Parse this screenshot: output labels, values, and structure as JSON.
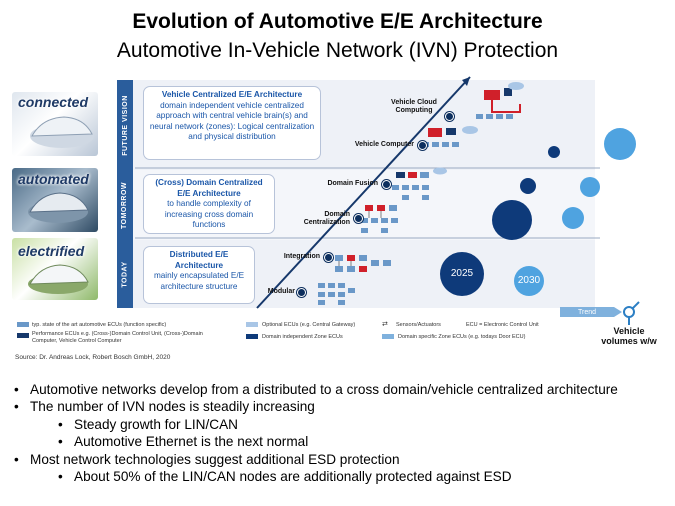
{
  "header": {
    "title": "Evolution of Automotive E/E Architecture",
    "subtitle": "Automotive In-Vehicle Network (IVN) Protection"
  },
  "side": {
    "connected": "connected",
    "automated": "automated",
    "electrified": "electrified"
  },
  "bands": {
    "future": "FUTURE VISION",
    "tomorrow": "TOMORROW",
    "today": "TODAY"
  },
  "boxes": {
    "future_title": "Vehicle Centralized E/E Architecture",
    "future_body": "domain independent vehicle centralized approach with central vehicle brain(s) and neural network (zones): Logical centralization and physical distribution",
    "tomorrow_title": "(Cross) Domain Centralized E/E Architecture",
    "tomorrow_body": "to handle complexity of increasing cross domain functions",
    "today_title": "Distributed E/E Architecture",
    "today_body": "mainly encapsulated E/E architecture structure"
  },
  "stages": {
    "modular": "Modular",
    "integration": "Integration",
    "domain_centralization": "Domain Centralization",
    "domain_fusion": "Domain Fusion",
    "vehicle_computer": "Vehicle Computer",
    "vehicle_cloud": "Vehicle Cloud Computing"
  },
  "years": {
    "y2025": "2025",
    "y2030": "2030"
  },
  "trend": {
    "label": "Trend",
    "volumes": "Vehicle volumes w/w"
  },
  "legend": {
    "typ": "typ. state of the art automotive ECUs (function specific)",
    "performance": "Performance ECUs e.g. (Cross-)Domain Control Unit, (Cross-)Domain Computer, Vehicle Control Computer",
    "optional": "Optional ECUs (e.g. Central Gateway)",
    "domain_zone": "Domain independent Zone ECUs",
    "sensors": "Sensors/Actuators",
    "ecu": "ECU = Electronic Control Unit",
    "domain_specific": "Domain specific Zone ECUs (e.g. todays Door ECU)"
  },
  "source": "Source: Dr. Andreas Lock, Robert Bosch GmbH, 2020",
  "bullets": [
    "Automotive networks develop from a distributed to a cross domain/vehicle centralized architecture",
    "The number of IVN nodes is steadily increasing",
    "Steady growth for LIN/CAN",
    "Automotive Ethernet is the next normal",
    "Most network technologies suggest additional ESD protection",
    "About 50% of the LIN/CAN nodes are additionally protected against ESD"
  ],
  "colors": {
    "band_label": "#2a5d9c",
    "box_text": "#1a56a8",
    "bubble_dark": "#0e3a7a",
    "bubble_light": "#4fa3e0",
    "ecu_red": "#d0202a"
  }
}
